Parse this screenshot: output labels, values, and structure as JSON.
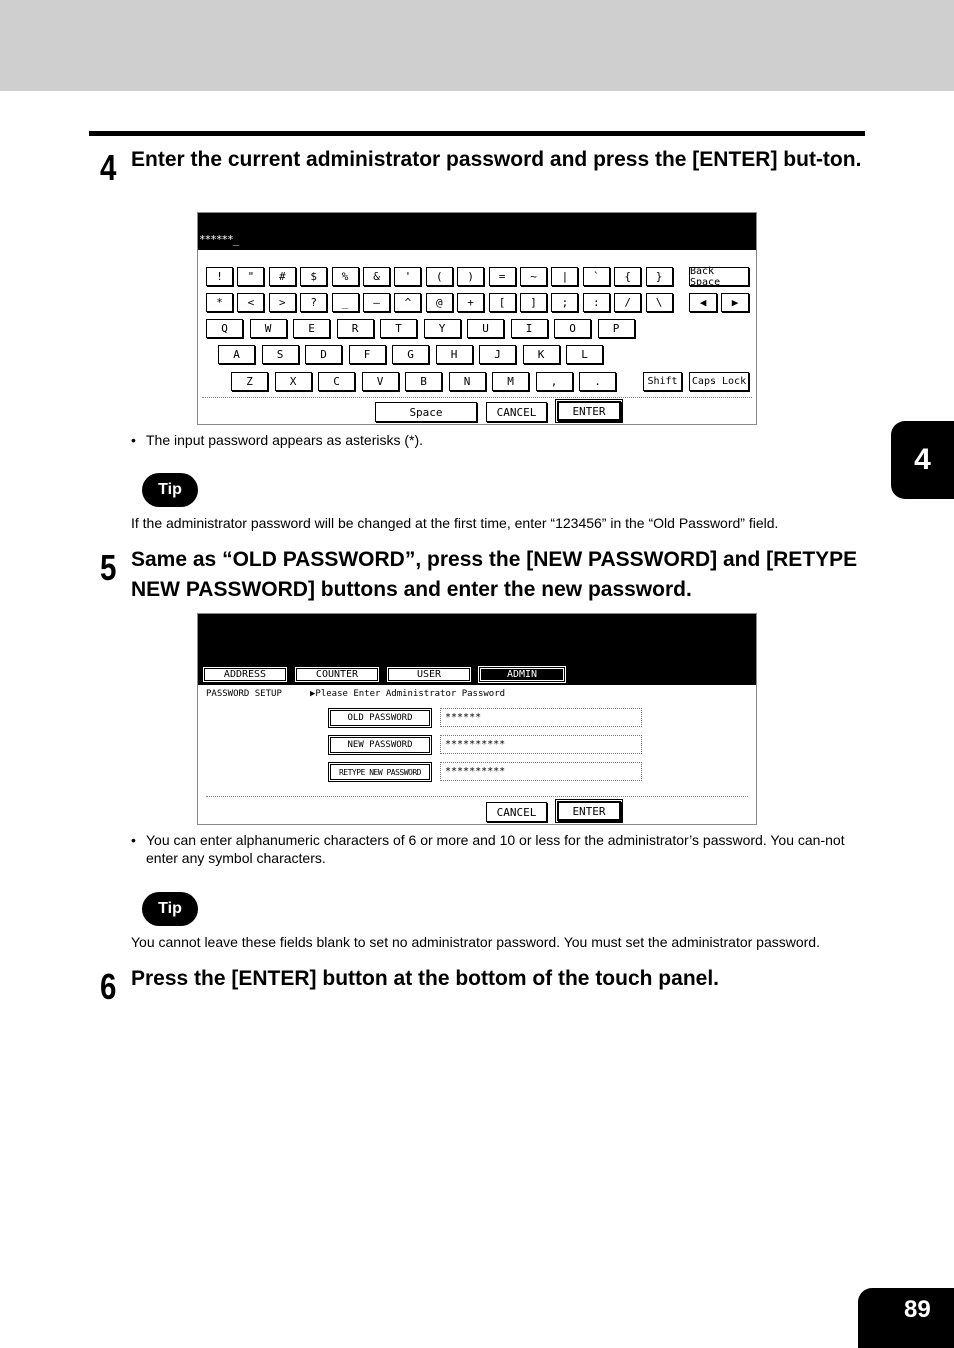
{
  "page": {
    "number": "89",
    "chapter": "4"
  },
  "step4": {
    "number": "4",
    "text": "Enter the current administrator password and press the [ENTER] but-ton."
  },
  "keyboard": {
    "input_value": "******_",
    "row1": [
      "!",
      "\"",
      "#",
      "$",
      "%",
      "&",
      "'",
      "(",
      ")",
      "=",
      "~",
      "|",
      "`",
      "{",
      "}"
    ],
    "row2": [
      "*",
      "<",
      ">",
      "?",
      "_",
      "—",
      "^",
      "@",
      "+",
      "[",
      "]",
      ";",
      ":",
      "/",
      "\\"
    ],
    "row3": [
      "Q",
      "W",
      "E",
      "R",
      "T",
      "Y",
      "U",
      "I",
      "O",
      "P"
    ],
    "row4": [
      "A",
      "S",
      "D",
      "F",
      "G",
      "H",
      "J",
      "K",
      "L"
    ],
    "row5": [
      "Z",
      "X",
      "C",
      "V",
      "B",
      "N",
      "M",
      ",",
      "."
    ],
    "backspace": "Back Space",
    "shift": "Shift",
    "caps_lock": "Caps Lock",
    "space": "Space",
    "cancel": "CANCEL",
    "enter": "ENTER"
  },
  "bullet1": "The input password appears as asterisks (*).",
  "tip1": {
    "label": "Tip",
    "text": "If the administrator password will be changed at the first time, enter “123456” in the “Old Password” field."
  },
  "step5": {
    "number": "5",
    "text": "Same as “OLD PASSWORD”, press the [NEW PASSWORD] and [RETYPE NEW PASSWORD] buttons and enter the new password."
  },
  "pwscreen": {
    "tabs": [
      "ADDRESS",
      "COUNTER",
      "USER",
      "ADMIN"
    ],
    "section": "PASSWORD SETUP",
    "prompt": "▶Please Enter Administrator Password",
    "fields": [
      {
        "label": "OLD PASSWORD",
        "value": "******"
      },
      {
        "label": "NEW PASSWORD",
        "value": "**********"
      },
      {
        "label": "RETYPE NEW PASSWORD",
        "value": "**********"
      }
    ],
    "cancel": "CANCEL",
    "enter": "ENTER"
  },
  "bullet2": "You can enter alphanumeric characters of 6 or more and 10 or less for the administrator’s password.  You can-not enter any symbol characters.",
  "tip2": {
    "label": "Tip",
    "text": "You cannot leave these fields blank to set no administrator password.  You must set the administrator password."
  },
  "step6": {
    "number": "6",
    "text": "Press the [ENTER] button at the bottom of the touch panel."
  }
}
